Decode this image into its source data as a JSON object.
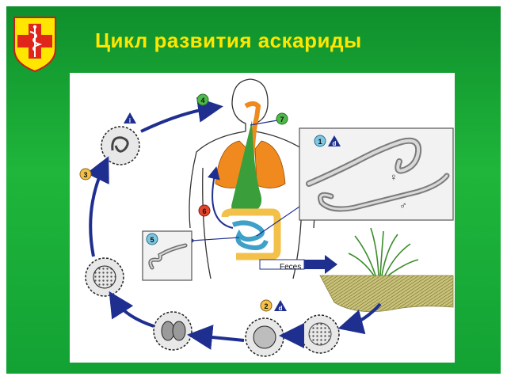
{
  "header": {
    "title": "Цикл развития аскариды"
  },
  "logo": {
    "icon": "medical-cross-caduceus-icon",
    "colors": {
      "shield": "#ffe600",
      "cross": "#e0261b",
      "outline": "#c81e14"
    }
  },
  "diagram": {
    "feces_label": "Feces",
    "stages": [
      {
        "number": "1",
        "letter": "d",
        "color": "#7fc6e0"
      },
      {
        "number": "2",
        "letter": "d",
        "color": "#f3c04a"
      },
      {
        "number": "3",
        "color": "#f3c04a"
      },
      {
        "number": "4",
        "color": "#4fb84a"
      },
      {
        "number": "5",
        "color": "#7fc6e0"
      },
      {
        "number": "6",
        "color": "#e2452c"
      },
      {
        "number": "7",
        "color": "#4fb84a"
      }
    ],
    "symbols": {
      "female": "♀",
      "male": "♂"
    },
    "infective_marker": "i",
    "colors": {
      "arrow": "#1f2f8f",
      "lungs": "#f08a1e",
      "intestine_small": "#3fa0c8",
      "intestine_large": "#f3c04a",
      "esophagus": "#3a9e3a",
      "soil": "#c8c27a"
    }
  }
}
